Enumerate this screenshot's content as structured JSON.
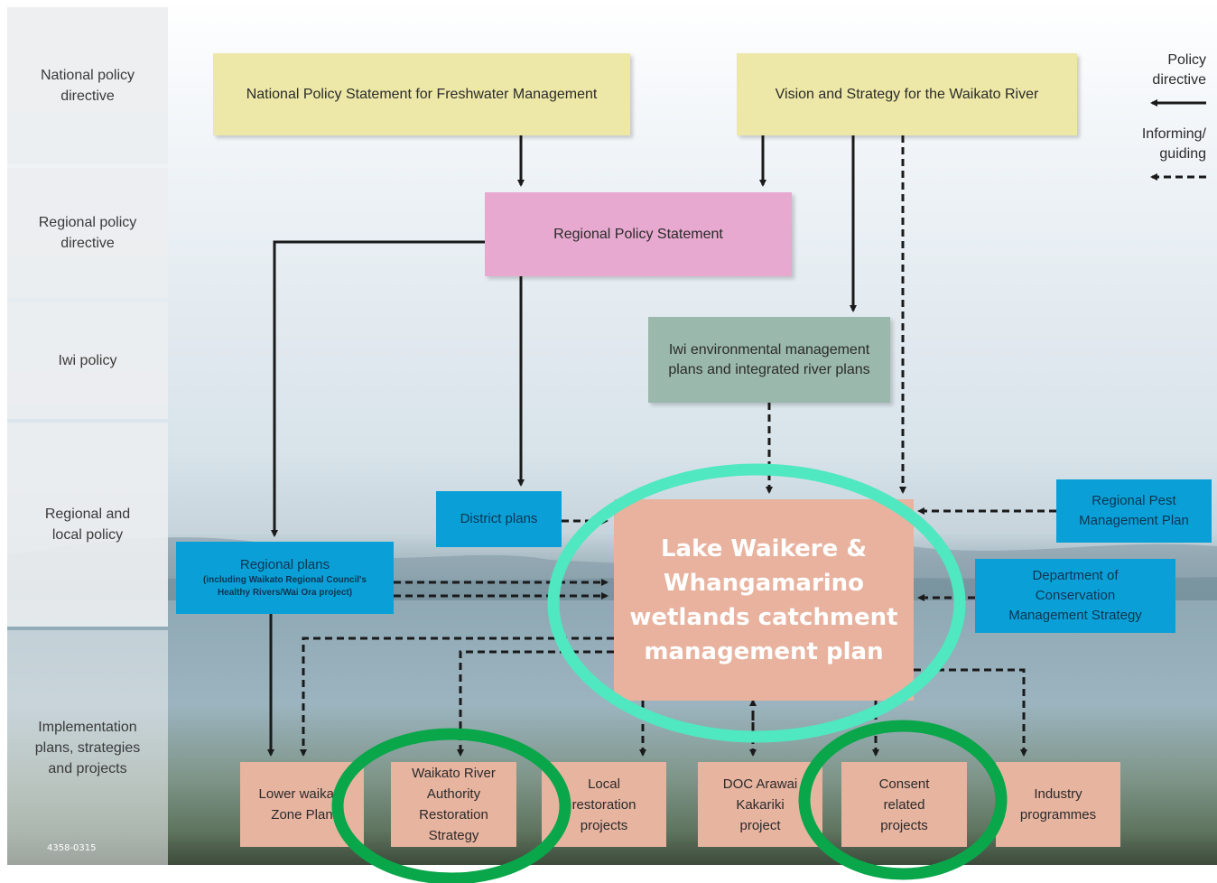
{
  "bands": [
    {
      "label": "National policy\ndirective"
    },
    {
      "label": "Regional policy\ndirective"
    },
    {
      "label": "Iwi policy"
    },
    {
      "label": "Regional and\nlocal policy"
    },
    {
      "label": "Implementation\nplans, strategies\nand projects"
    }
  ],
  "legend": {
    "policy_directive": "Policy\ndirective",
    "informing_guiding": "Informing/\nguiding"
  },
  "boxes": {
    "nps_freshwater": "National Policy Statement for Freshwater Management",
    "vision_strategy": "Vision and Strategy for the Waikato River",
    "regional_policy_statement": "Regional Policy Statement",
    "iwi_plans": "Iwi environmental management\nplans and integrated river plans",
    "district_plans": "District plans",
    "regional_plans_title": "Regional plans",
    "regional_plans_sub": "(including Waikato Regional Council's\nHealthy Rivers/Wai Ora project)",
    "main_plan": "Lake Waikere &\nWhangamarino\nwetlands catchment\nmanagement plan",
    "regional_pest": "Regional Pest\nManagement Plan",
    "doc_strategy": "Department of\nConservation\nManagement Strategy",
    "lower_waikato": "Lower waikato\nZone Plan",
    "river_authority": "Waikato River\nAuthority\nRestoration\nStrategy",
    "local_restoration": "Local\nrestoration\nprojects",
    "doc_arawai": "DOC Arawai\nKakariki\nproject",
    "consent_projects": "Consent\nrelated\nprojects",
    "industry": "Industry\nprogrammes"
  },
  "image_code": "4358-0315",
  "colors": {
    "highlight_main": "#4fe8c0",
    "highlight_boxes": "#0aa64a"
  }
}
